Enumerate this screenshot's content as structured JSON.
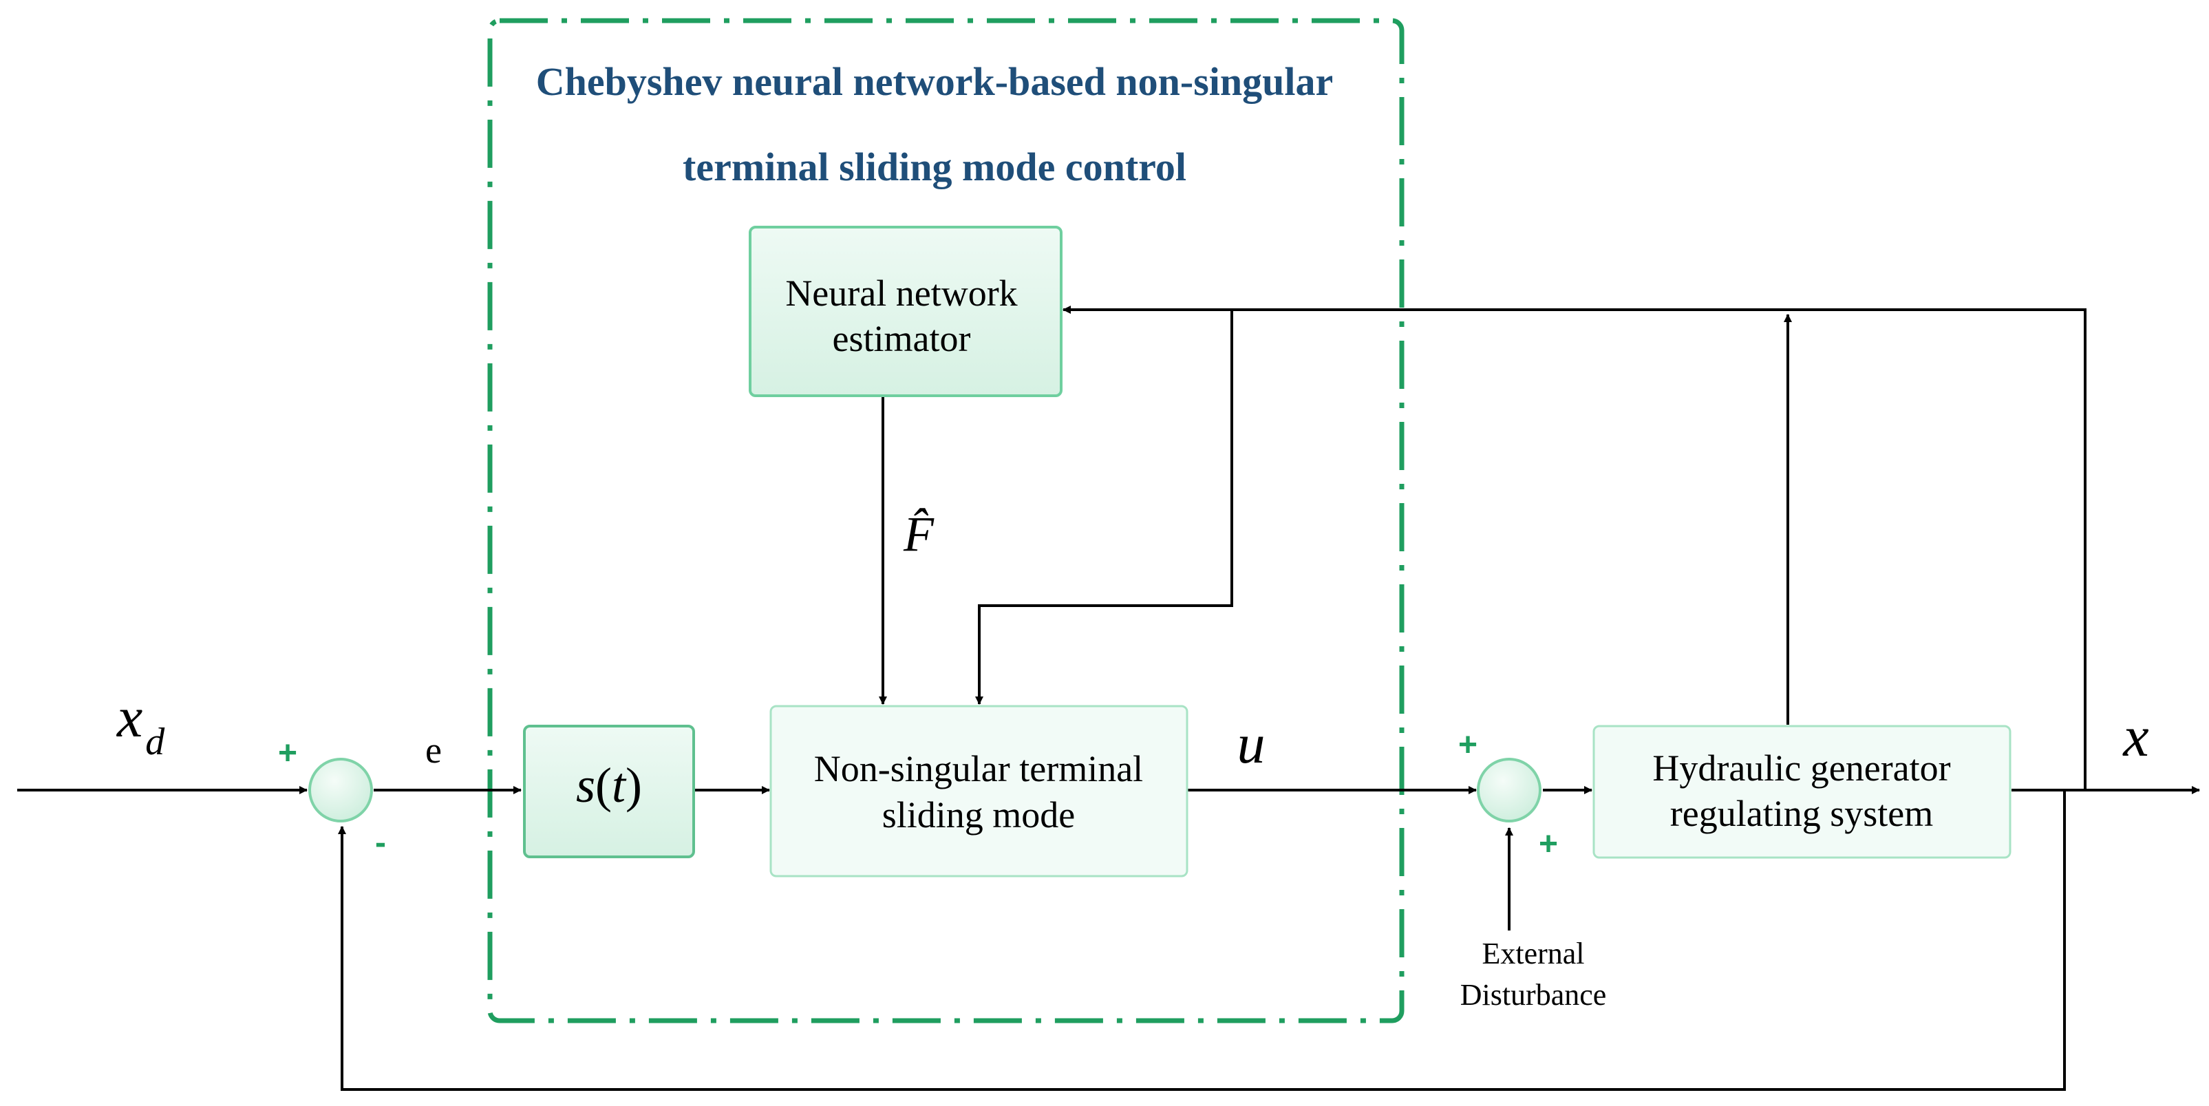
{
  "title": {
    "line1": "Chebyshev neural network-based non-singular",
    "line2": "terminal sliding mode control"
  },
  "blocks": {
    "neural_estimator": {
      "line1": "Neural network",
      "line2": "estimator"
    },
    "sliding_surface": {
      "label": "s(t)"
    },
    "ntsm": {
      "line1": "Non-singular terminal",
      "line2": "sliding mode"
    },
    "hydraulic": {
      "line1": "Hydraulic generator",
      "line2": "regulating system"
    }
  },
  "signals": {
    "reference": "x",
    "reference_sub": "d",
    "error": "e",
    "control": "u",
    "output": "x",
    "estimate": "F̂"
  },
  "signs": {
    "sum1_plus": "+",
    "sum1_minus": "-",
    "sum2_plus_top": "+",
    "sum2_plus_bottom": "+"
  },
  "disturbance": {
    "line1": "External",
    "line2": "Disturbance"
  },
  "colors": {
    "title": "#1f4e79",
    "accent_green": "#1f9e5f",
    "block_fill": "#e6f7ef",
    "block_fill_light": "#f2fbf7",
    "block_border": "#6fcf9f"
  }
}
